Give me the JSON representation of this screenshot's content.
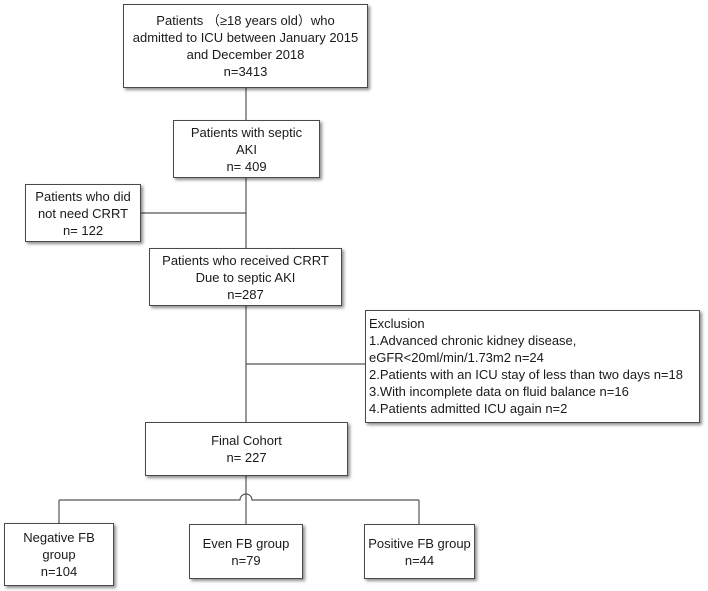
{
  "boxes": {
    "admitted": {
      "lines": [
        "Patients （≥18 years old）who",
        "admitted to ICU between January 2015",
        "and December 2018",
        "n=3413"
      ]
    },
    "septic_aki": {
      "lines": [
        "Patients with septic",
        "AKI",
        "n= 409"
      ]
    },
    "no_crrt": {
      "lines": [
        "Patients who did",
        "not need CRRT",
        "n= 122"
      ]
    },
    "received_crrt": {
      "lines": [
        "Patients who received CRRT",
        "Due to septic AKI",
        "n=287"
      ]
    },
    "exclusion": {
      "lines": [
        "Exclusion",
        "1.Advanced chronic kidney disease,",
        "eGFR<20ml/min/1.73m2 n=24",
        "2.Patients with an ICU stay of less than two days n=18",
        "3.With incomplete data on fluid balance  n=16",
        "4.Patients admitted ICU again n=2"
      ]
    },
    "final_cohort": {
      "lines": [
        "Final Cohort",
        "n= 227"
      ]
    },
    "negative_fb": {
      "lines": [
        "Negative FB",
        "group",
        "n=104"
      ]
    },
    "even_fb": {
      "lines": [
        "Even FB group",
        "n=79"
      ]
    },
    "positive_fb": {
      "lines": [
        "Positive FB group",
        "n=44"
      ]
    }
  }
}
